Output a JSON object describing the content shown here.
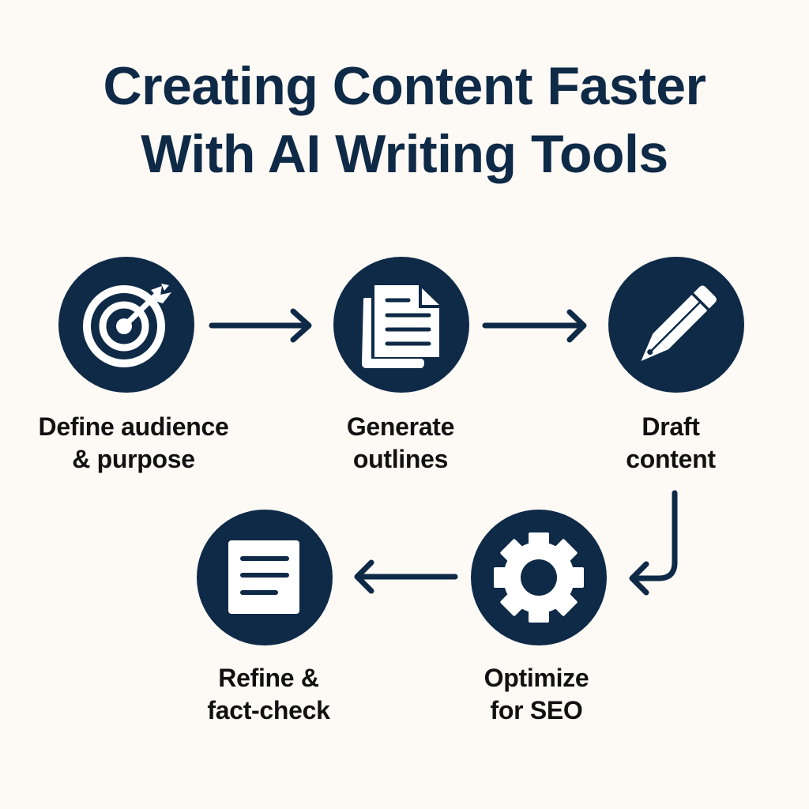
{
  "title": {
    "line1": "Creating Content Faster",
    "line2": "With AI Writing Tools"
  },
  "colors": {
    "background": "#FDF9F5",
    "primary": "#0E2A47",
    "icon_fill": "#FFFFFF",
    "label_text": "#111111"
  },
  "steps": [
    {
      "order": 1,
      "icon": "target-icon",
      "label_line1": "Define audience",
      "label_line2": "& purpose"
    },
    {
      "order": 2,
      "icon": "document-stack-icon",
      "label_line1": "Generate",
      "label_line2": "outlines"
    },
    {
      "order": 3,
      "icon": "pencil-icon",
      "label_line1": "Draft",
      "label_line2": "content"
    },
    {
      "order": 4,
      "icon": "gear-icon",
      "label_line1": "Optimize",
      "label_line2": "for SEO"
    },
    {
      "order": 5,
      "icon": "document-icon",
      "label_line1": "Refine &",
      "label_line2": "fact-check"
    }
  ],
  "connectors": [
    {
      "from": 1,
      "to": 2,
      "direction": "right"
    },
    {
      "from": 2,
      "to": 3,
      "direction": "right"
    },
    {
      "from": 3,
      "to": 4,
      "direction": "down-then-left"
    },
    {
      "from": 4,
      "to": 5,
      "direction": "left"
    }
  ]
}
